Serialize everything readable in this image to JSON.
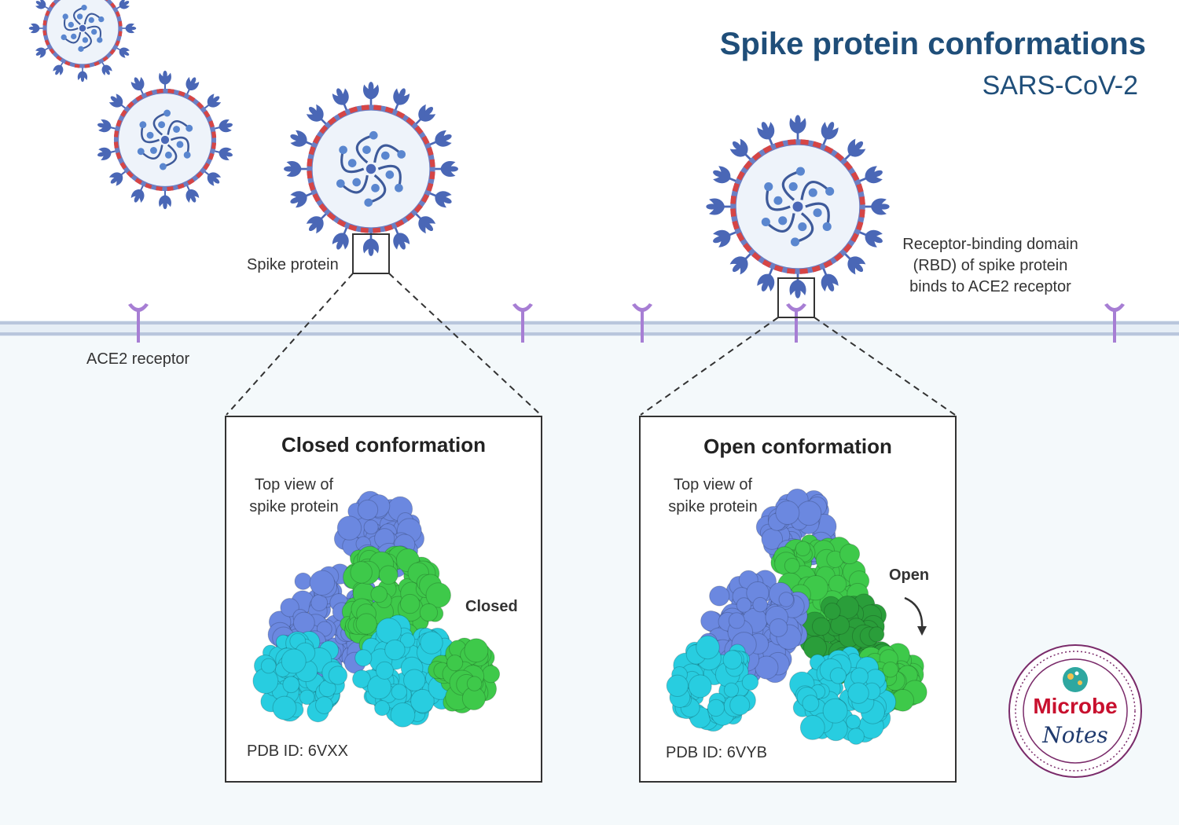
{
  "header": {
    "title": "Spike protein conformations",
    "subtitle": "SARS-CoV-2"
  },
  "labels": {
    "spike_protein": "Spike protein",
    "ace2_receptor": "ACE2 receptor",
    "rbd_binding_line1": "Receptor-binding domain",
    "rbd_binding_line2": "(RBD) of spike protein",
    "rbd_binding_line3": "binds to ACE2 receptor"
  },
  "panels": {
    "closed": {
      "title": "Closed conformation",
      "caption_line1": "Top view of",
      "caption_line2": "spike protein",
      "state_label": "Closed",
      "pdb_id": "PDB ID: 6VXX"
    },
    "open": {
      "title": "Open conformation",
      "caption_line1": "Top view of",
      "caption_line2": "spike protein",
      "state_label": "Open",
      "pdb_id": "PDB ID: 6VYB"
    }
  },
  "logo": {
    "line1": "Microbe",
    "line2": "Notes"
  },
  "colors": {
    "title": "#1f4e79",
    "virus_spike": "#4a67b6",
    "virus_envelope": "#6b7fc4",
    "ace2": "#a77ed4",
    "membrane": "#b9c6dc",
    "protein_blue": "#6b88e0",
    "protein_green": "#3ec94a",
    "protein_cyan": "#28cde0",
    "logo_red": "#c8102e",
    "logo_purple": "#7a2b6a"
  }
}
